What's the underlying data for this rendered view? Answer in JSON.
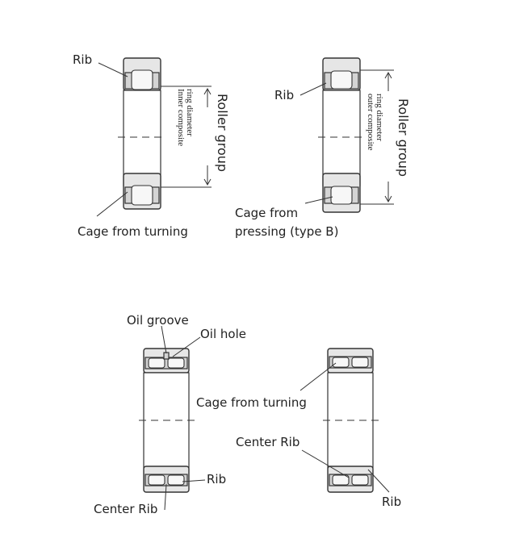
{
  "diagrams": {
    "top_left": {
      "rib_label": "Rib",
      "roller_group_label": "Roller group",
      "diameter_label_line1": "Inner composite",
      "diameter_label_line2": "ring diameter",
      "cage_label": "Cage from turning"
    },
    "top_right": {
      "rib_label": "Rib",
      "roller_group_label": "Roller group",
      "diameter_label_line1": "outer composite",
      "diameter_label_line2": "ring diameter",
      "cage_label_line1": "Cage from",
      "cage_label_line2": "pressing (type B)"
    },
    "bottom_left": {
      "oil_groove_label": "Oil groove",
      "oil_hole_label": "Oil hole",
      "rib_label": "Rib",
      "center_rib_label": "Center Rib"
    },
    "bottom_right": {
      "cage_label": "Cage from turning",
      "center_rib_label": "Center Rib",
      "rib_label": "Rib"
    }
  }
}
